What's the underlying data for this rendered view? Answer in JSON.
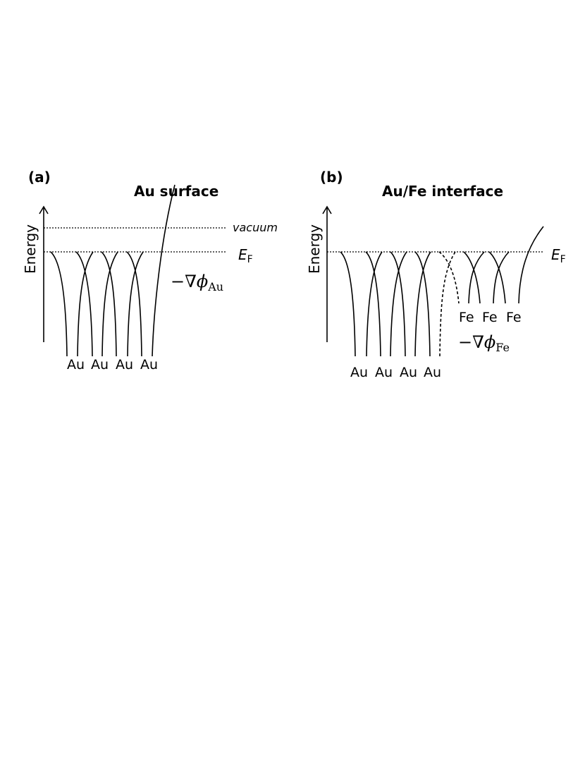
{
  "panel_a": {
    "label": "(a)",
    "title": "Au surface",
    "y_axis_label": "Energy",
    "vacuum_label": "vacuum",
    "fermi_label_main": "E",
    "fermi_label_sub": "F",
    "gradient_label_main": "−∇ϕ",
    "gradient_label_sub": "Au",
    "atom_labels": [
      "Au",
      "Au",
      "Au",
      "Au"
    ]
  },
  "panel_b": {
    "label": "(b)",
    "title": "Au/Fe interface",
    "y_axis_label": "Energy",
    "fermi_label_main": "E",
    "fermi_label_sub": "F",
    "gradient_label_main": "−∇ϕ",
    "gradient_label_sub": "Fe",
    "au_atom_labels": [
      "Au",
      "Au",
      "Au",
      "Au"
    ],
    "fe_atom_labels": [
      "Fe",
      "Fe",
      "Fe"
    ]
  }
}
